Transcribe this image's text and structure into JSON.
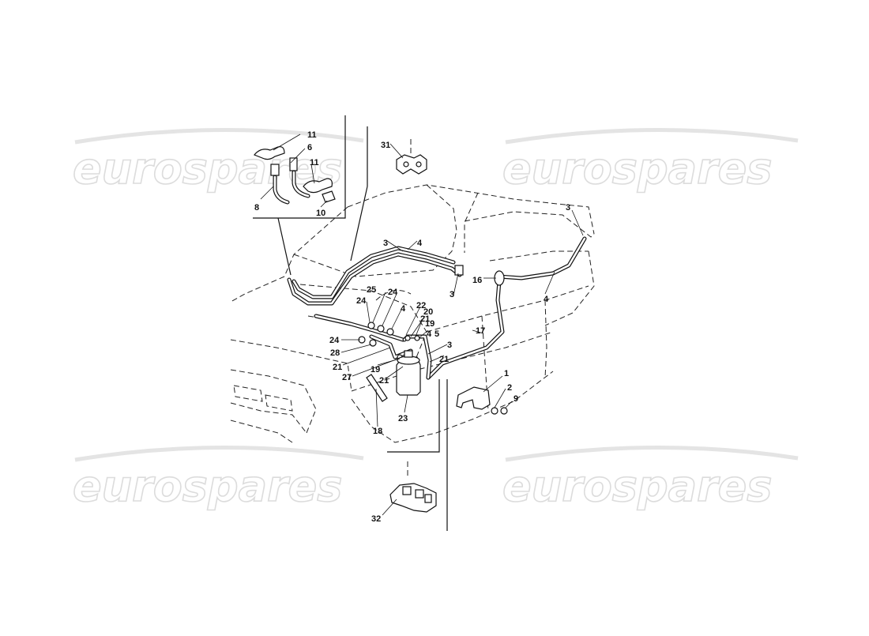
{
  "watermark": {
    "text": "eurospares"
  },
  "callouts": {
    "c1": "1",
    "c2": "2",
    "c3a": "3",
    "c3b": "3",
    "c3c": "3",
    "c3d": "3",
    "c4a": "4",
    "c4b": "4",
    "c4c": "4",
    "c4d": "4",
    "c5": "5",
    "c6": "6",
    "c8": "8",
    "c9": "9",
    "c10": "10",
    "c11a": "11",
    "c11b": "11",
    "c16": "16",
    "c17": "17",
    "c18": "18",
    "c19a": "19",
    "c19b": "19",
    "c20": "20",
    "c21a": "21",
    "c21b": "21",
    "c21c": "21",
    "c21d": "21",
    "c22": "22",
    "c23": "23",
    "c24a": "24",
    "c24b": "24",
    "c24c": "24",
    "c25": "25",
    "c27": "27",
    "c28": "28",
    "c31": "31",
    "c32": "32"
  }
}
